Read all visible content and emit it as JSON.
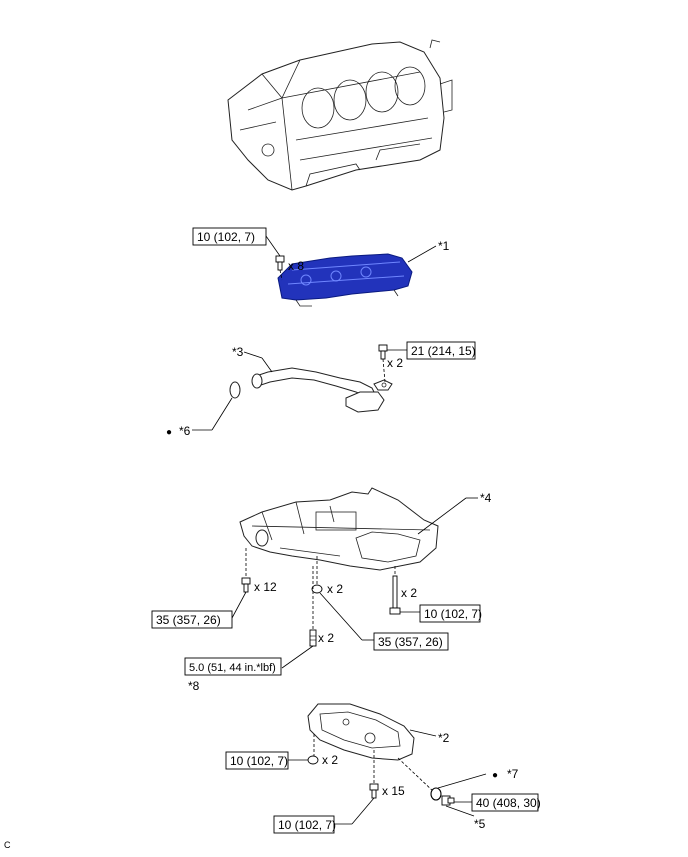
{
  "labels": {
    "part1": "*1",
    "part2": "*2",
    "part3": "*3",
    "part4": "*4",
    "part5": "*5",
    "part6": "*6",
    "part7": "*7",
    "part8": "*8",
    "corner": "C"
  },
  "torques": {
    "t_cover_bolts": "10 (102, 7)",
    "t_strainer_bolts": "21 (214, 15)",
    "t_pan_bolts_x12": "35 (357, 26)",
    "t_pan_nuts_x2": "35 (357, 26)",
    "t_pan_studs_x2": "5.0 (51, 44 in.*lbf)",
    "t_long_bolts_x2": "10 (102, 7)",
    "t_pan2_nuts_x2": "10 (102, 7)",
    "t_pan2_bolts_x15": "10 (102, 7)",
    "t_drain_plug": "40 (408, 30)"
  },
  "quantities": {
    "q_cover_bolts": "x 8",
    "q_strainer_bolts": "x 2",
    "q_pan_bolts": "x 12",
    "q_pan_nuts": "x 2",
    "q_long_bolts": "x 2",
    "q_pan_studs": "x 2",
    "q_pan2_nuts": "x 2",
    "q_pan2_bolts": "x 15"
  },
  "symbols": {
    "non_reusable_dot": "●"
  },
  "colors": {
    "highlight_part": "#2233bb"
  }
}
